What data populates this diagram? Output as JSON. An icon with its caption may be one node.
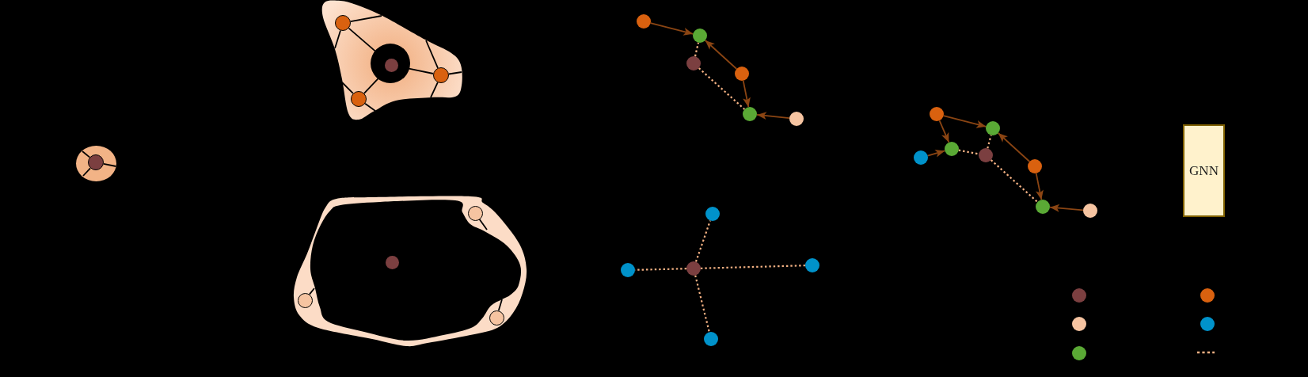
{
  "diagram": {
    "nodes": [
      {
        "text": [],
        "shape": "ellipse"
      },
      {
        "text": [],
        "shape": "circle",
        "in": 0
      },
      {
        "text": [],
        "shape": "blob"
      },
      {
        "text": [],
        "shape": "circle",
        "in": 2
      },
      {
        "text": [],
        "shape": "circle",
        "in": 2
      },
      {
        "text": [],
        "shape": "circle",
        "in": 2
      },
      {
        "text": [],
        "shape": "circle",
        "in": 2
      },
      {
        "text": [],
        "shape": "blob"
      },
      {
        "text": [],
        "shape": "circle",
        "in": 7
      },
      {
        "text": [],
        "shape": "circle",
        "in": 7
      },
      {
        "text": [],
        "shape": "circle",
        "in": 7
      },
      {
        "text": [],
        "shape": "circle",
        "in": 7
      },
      {
        "text": [],
        "shape": "circle"
      },
      {
        "text": [],
        "shape": "circle"
      },
      {
        "text": [],
        "shape": "circle"
      },
      {
        "text": [],
        "shape": "circle"
      },
      {
        "text": [],
        "shape": "circle"
      },
      {
        "text": [],
        "shape": "circle"
      },
      {
        "text": [],
        "shape": "circle"
      },
      {
        "text": [],
        "shape": "circle"
      },
      {
        "text": [],
        "shape": "circle"
      },
      {
        "text": [],
        "shape": "circle"
      },
      {
        "text": [],
        "shape": "circle"
      },
      {
        "text": [],
        "shape": "circle"
      },
      {
        "text": [],
        "shape": "circle"
      },
      {
        "text": [],
        "shape": "circle"
      },
      {
        "text": [],
        "shape": "circle"
      },
      {
        "text": [],
        "shape": "circle"
      },
      {
        "text": [],
        "shape": "circle"
      },
      {
        "text": [],
        "shape": "circle"
      },
      {
        "text": [],
        "shape": "circle"
      },
      {
        "text": [
          "GNN"
        ]
      },
      {
        "text": [],
        "shape": "circle"
      },
      {
        "text": [],
        "shape": "circle"
      },
      {
        "text": [],
        "shape": "circle"
      },
      {
        "text": [],
        "shape": "circle"
      },
      {
        "text": [],
        "shape": "circle"
      }
    ],
    "edges": [
      {
        "from": 1,
        "to": null,
        "arrow": "none"
      },
      {
        "from": 1,
        "to": null,
        "arrow": "none"
      },
      {
        "from": 1,
        "to": null,
        "arrow": "none"
      },
      {
        "from": 3,
        "to": null,
        "arrow": "none"
      },
      {
        "from": 3,
        "to": null,
        "arrow": "none"
      },
      {
        "from": 3,
        "to": 4,
        "arrow": "none"
      },
      {
        "from": 5,
        "to": null,
        "arrow": "none"
      },
      {
        "from": 5,
        "to": null,
        "arrow": "none"
      },
      {
        "from": 5,
        "to": 4,
        "arrow": "none"
      },
      {
        "from": 5,
        "to": null,
        "arrow": "none"
      },
      {
        "from": 6,
        "to": 4,
        "arrow": "none"
      },
      {
        "from": 6,
        "to": null,
        "arrow": "none"
      },
      {
        "from": 6,
        "to": null,
        "arrow": "none"
      },
      {
        "from": 8,
        "to": null,
        "arrow": "none"
      },
      {
        "from": 10,
        "to": null,
        "arrow": "none"
      },
      {
        "from": 11,
        "to": null,
        "arrow": "none"
      },
      {
        "from": 12,
        "to": 13,
        "arrow": "to",
        "color": "#8b4513"
      },
      {
        "from": 14,
        "to": 13,
        "arrow": "none",
        "style": "dashed",
        "color": "#f4b183"
      },
      {
        "from": 15,
        "to": 13,
        "arrow": "to",
        "color": "#8b4513"
      },
      {
        "from": 14,
        "to": 16,
        "arrow": "none",
        "style": "dashed",
        "color": "#f4b183"
      },
      {
        "from": 15,
        "to": 16,
        "arrow": "to",
        "color": "#8b4513"
      },
      {
        "from": 17,
        "to": 16,
        "arrow": "to",
        "color": "#8b4513"
      },
      {
        "from": 20,
        "to": 18,
        "arrow": "none",
        "style": "dashed",
        "color": "#f4b183"
      },
      {
        "from": 20,
        "to": 19,
        "arrow": "none",
        "style": "dashed",
        "color": "#f4b183"
      },
      {
        "from": 20,
        "to": 21,
        "arrow": "none",
        "style": "dashed",
        "color": "#f4b183"
      },
      {
        "from": 20,
        "to": 22,
        "arrow": "none",
        "style": "dashed",
        "color": "#f4b183"
      },
      {
        "from": 23,
        "to": 24,
        "arrow": "to",
        "color": "#8b4513"
      },
      {
        "from": 23,
        "to": 25,
        "arrow": "to",
        "color": "#8b4513"
      },
      {
        "from": 27,
        "to": 25,
        "arrow": "to",
        "color": "#8b4513"
      },
      {
        "from": 25,
        "to": 26,
        "arrow": "none",
        "style": "dashed",
        "color": "#f4b183"
      },
      {
        "from": 26,
        "to": 24,
        "arrow": "none",
        "style": "dashed",
        "color": "#f4b183"
      },
      {
        "from": 28,
        "to": 24,
        "arrow": "to",
        "color": "#8b4513"
      },
      {
        "from": 26,
        "to": 29,
        "arrow": "none",
        "style": "dashed",
        "color": "#f4b183"
      },
      {
        "from": 28,
        "to": 29,
        "arrow": "to",
        "color": "#8b4513"
      },
      {
        "from": 30,
        "to": 29,
        "arrow": "to",
        "color": "#8b4513"
      }
    ]
  }
}
